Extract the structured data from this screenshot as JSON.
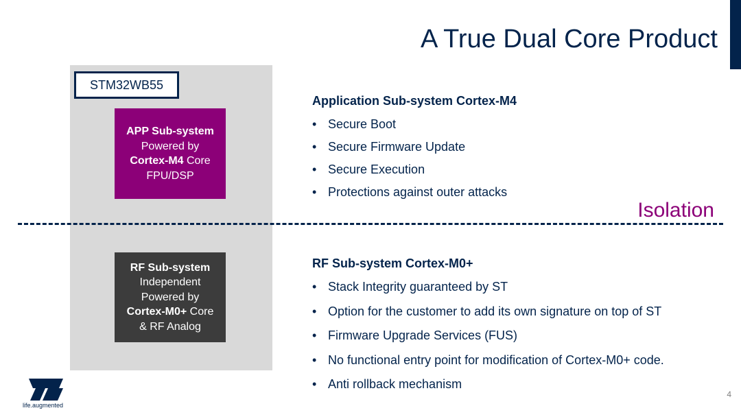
{
  "slide": {
    "title": "A True Dual Core Product",
    "page_number": "4"
  },
  "chip": {
    "label": "STM32WB55"
  },
  "app_box": {
    "line1": "APP Sub-system",
    "line2": "Powered by",
    "line3_bold": "Cortex-M4",
    "line3_rest": " Core",
    "line4": "FPU/DSP"
  },
  "rf_box": {
    "line1": "RF Sub-system",
    "line2": "Independent",
    "line3": "Powered by",
    "line4_bold": "Cortex-M0+",
    "line4_rest": " Core",
    "line5": "& RF Analog"
  },
  "isolation_label": "Isolation",
  "app_section": {
    "heading": "Application Sub-system Cortex-M4",
    "bullets": [
      "Secure Boot",
      "Secure Firmware Update",
      "Secure Execution",
      "Protections against outer attacks"
    ]
  },
  "rf_section": {
    "heading": "RF Sub-system Cortex-M0+",
    "bullets": [
      "Stack Integrity guaranteed by ST",
      "Option for the customer to add its own signature on top of ST",
      "Firmware Upgrade Services (FUS)",
      "No functional entry point for modification of Cortex-M0+ code.",
      "Anti rollback mechanism"
    ]
  },
  "bullet_glyph": "•",
  "logo": {
    "icon": "st-logo-icon",
    "text": "ST",
    "tagline": "life.augmented"
  },
  "colors": {
    "navy": "#03234b",
    "magenta": "#8c0078",
    "dark_gray": "#3c3c3c",
    "panel_gray": "#d9d9d9"
  }
}
